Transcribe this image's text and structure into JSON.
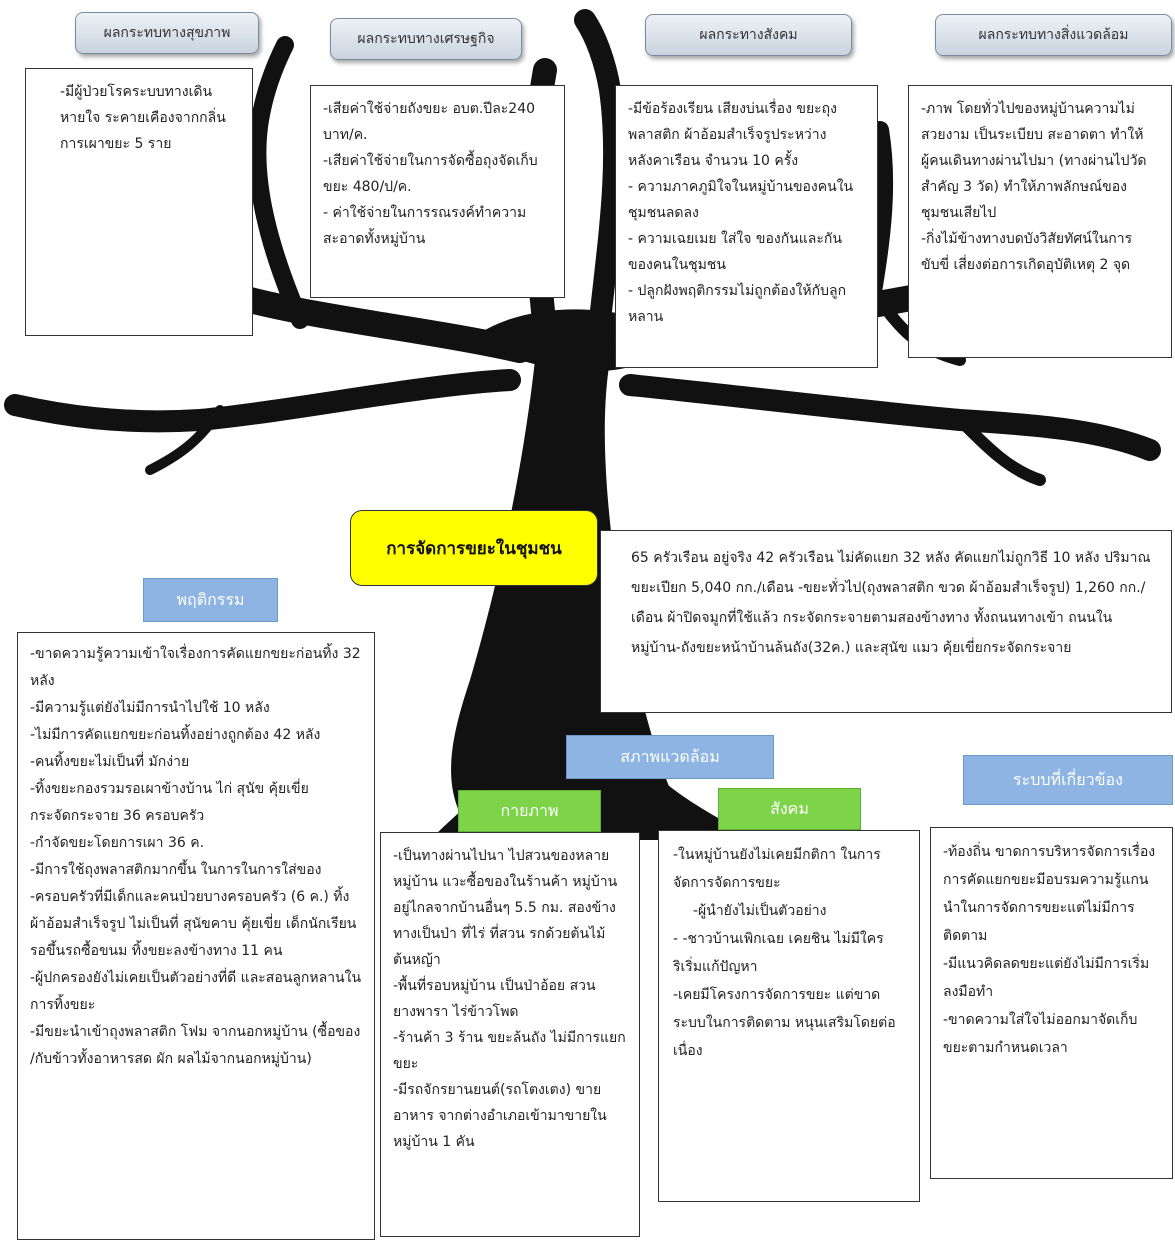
{
  "center_title": "การจัดการขยะในชุมชน",
  "headers": {
    "health": "ผลกระทบทางสุขภาพ",
    "economy": "ผลกระทบทางเศรษฐกิจ",
    "society": "ผลกระทางสังคม",
    "environment": "ผลกระทบทางสิ่งแวดล้อม"
  },
  "impact_boxes": {
    "health": [
      "-มีผู้ป่วยโรคระบบทางเดินหายใจ ระคายเคืองจากกลิ่นการเผาขยะ 5 ราย"
    ],
    "economy": [
      "-เสียค่าใช้จ่ายถังขยะ อบต.ปีละ240 บาท/ค.",
      "-เสียค่าใช้จ่ายในการจัดซื้อถุงจัดเก็บขยะ 480/ป/ค.",
      "- ค่าใช้จ่ายในการรณรงค์ทำความสะอาดทั้งหมู่บ้าน"
    ],
    "society": [
      "-มีข้อร้องเรียน เสียงบ่นเรื่อง ขยะถุงพลาสติก ผ้าอ้อมสำเร็จรูประหว่างหลังคาเรือน จำนวน 10 ครั้ง",
      "- ความภาคภูมิใจในหมู่บ้านของคนในชุมชนลดลง",
      "- ความเฉยเมย ใส่ใจ ของกันและกันของคนในชุมชน",
      "- ปลูกฝังพฤติกรรมไม่ถูกต้องให้กับลูกหลาน"
    ],
    "environment": [
      "-ภาพ โดยทั่วไปของหมู่บ้านความไม่สวยงาม เป็นระเบียบ สะอาดตา ทำให้ผู้คนเดินทางผ่านไปมา (ทางผ่านไปวัดสำคัญ 3 วัด) ทำให้ภาพลักษณ์ของชุมชนเสียไป",
      "-กิ่งไม้ข้างทางบดบังวิสัยทัศน์ในการขับขี่ เสี่ยงต่อการเกิดอุบัติเหตุ 2 จุด"
    ]
  },
  "situation": "65 ครัวเรือน อยู่จริง 42 ครัวเรือน ไม่คัดแยก 32 หลัง คัดแยกไม่ถูกวิธี 10 หลัง ปริมาณขยะเปียก 5,040 กก./เดือน -ขยะทั่วไป(ถุงพลาสติก ขวด ผ้าอ้อมสำเร็จรูป) 1,260 กก./เดือน ผ้าปิดจมูกที่ใช้แล้ว กระจัดกระจายตามสองข้างทาง ทั้งถนนทางเข้า ถนนในหมู่บ้าน-ถังขยะหน้าบ้านล้นถัง(32ค.) และสุนัข แมว คุ้ยเขี่ยกระจัดกระจาย",
  "labels": {
    "behavior": "พฤติกรรม",
    "environment": "สภาพแวดล้อม",
    "physical": "กายภาพ",
    "social": "สังคม",
    "related_systems": "ระบบที่เกี่ยวข้อง"
  },
  "behavior_box": [
    "-ขาดความรู้ความเข้าใจเรื่องการคัดแยกขยะก่อนทิ้ง 32 หลัง",
    "-มีความรู้แต่ยังไม่มีการนำไปใช้ 10 หลัง",
    "-ไม่มีการคัดแยกขยะก่อนทิ้งอย่างถูกต้อง 42 หลัง",
    "-คนทิ้งขยะไม่เป็นที่ มักง่าย",
    "-ทิ้งขยะกองรวมรอเผาข้างบ้าน ไก่ สุนัข คุ้ยเขี่ยกระจัดกระจาย 36 ครอบครัว",
    "-กำจัดขยะโดยการเผา 36 ค.",
    "-มีการใช้ถุงพลาสติกมากขึ้น ในการในการใส่ของ",
    "-ครอบครัวที่มีเด็กและคนป่วยบางครอบครัว (6 ค.) ทิ้งผ้าอ้อมสำเร็จรูป ไม่เป็นที่ สุนัขคาบ คุ้ยเขี่ย เด็กนักเรียนรอขึ้นรถซื้อขนม ทิ้งขยะลงข้างทาง 11 คน",
    "-ผู้ปกครองยังไม่เคยเป็นตัวอย่างที่ดี และสอนลูกหลานในการทิ้งขยะ",
    "-มีขยะนำเข้าถุงพลาสติก โฟม จากนอกหมู่บ้าน (ซื้อของ /กับข้าวทั้งอาหารสด ผัก ผลไม้จากนอกหมู่บ้าน)"
  ],
  "physical_box": [
    "-เป็นทางผ่านไปนา ไปสวนของหลายหมู่บ้าน แวะซื้อของในร้านค้า หมู่บ้านอยู่ไกลจากบ้านอื่นๆ 5.5 กม. สองข้างทางเป็นป่า ที่ไร่ ที่สวน รกด้วยต้นไม้ ต้นหญ้า",
    "-พื้นที่รอบหมู่บ้าน เป็นป่าอ้อย สวนยางพารา ไร่ข้าวโพด",
    "-ร้านค้า 3 ร้าน ขยะล้นถัง ไม่มีการแยกขยะ",
    "-มีรถจักรยานยนต์(รถโตงเตง) ขายอาหาร จากต่างอำเภอเข้ามาขายในหมู่บ้าน 1 คัน"
  ],
  "social_box": [
    "-ในหมู่บ้านยังไม่เคยมีกติกา ในการจัดการจัดการขยะ",
    "-ผู้นำยังไม่เป็นตัวอย่าง",
    "- -ชาวบ้านเพิกเฉย เคยชิน ไม่มีใครริเริ่มแก้ปัญหา",
    "-เคยมีโครงการจัดการขยะ แต่ขาดระบบในการติดตาม หนุนเสริมโดยต่อเนื่อง"
  ],
  "systems_box": [
    "-ท้องถิ่น ขาดการบริหารจัดการเรื่องการคัดแยกขยะมีอบรมความรู้แกนนำในการจัดการขยะแต่ไม่มีการติดตาม",
    "-มีแนวคิดลดขยะแต่ยังไม่มีการเริ่มลงมือทำ",
    "-ขาดความใส่ใจไม่ออกมาจัดเก็บขยะตามกำหนดเวลา"
  ]
}
